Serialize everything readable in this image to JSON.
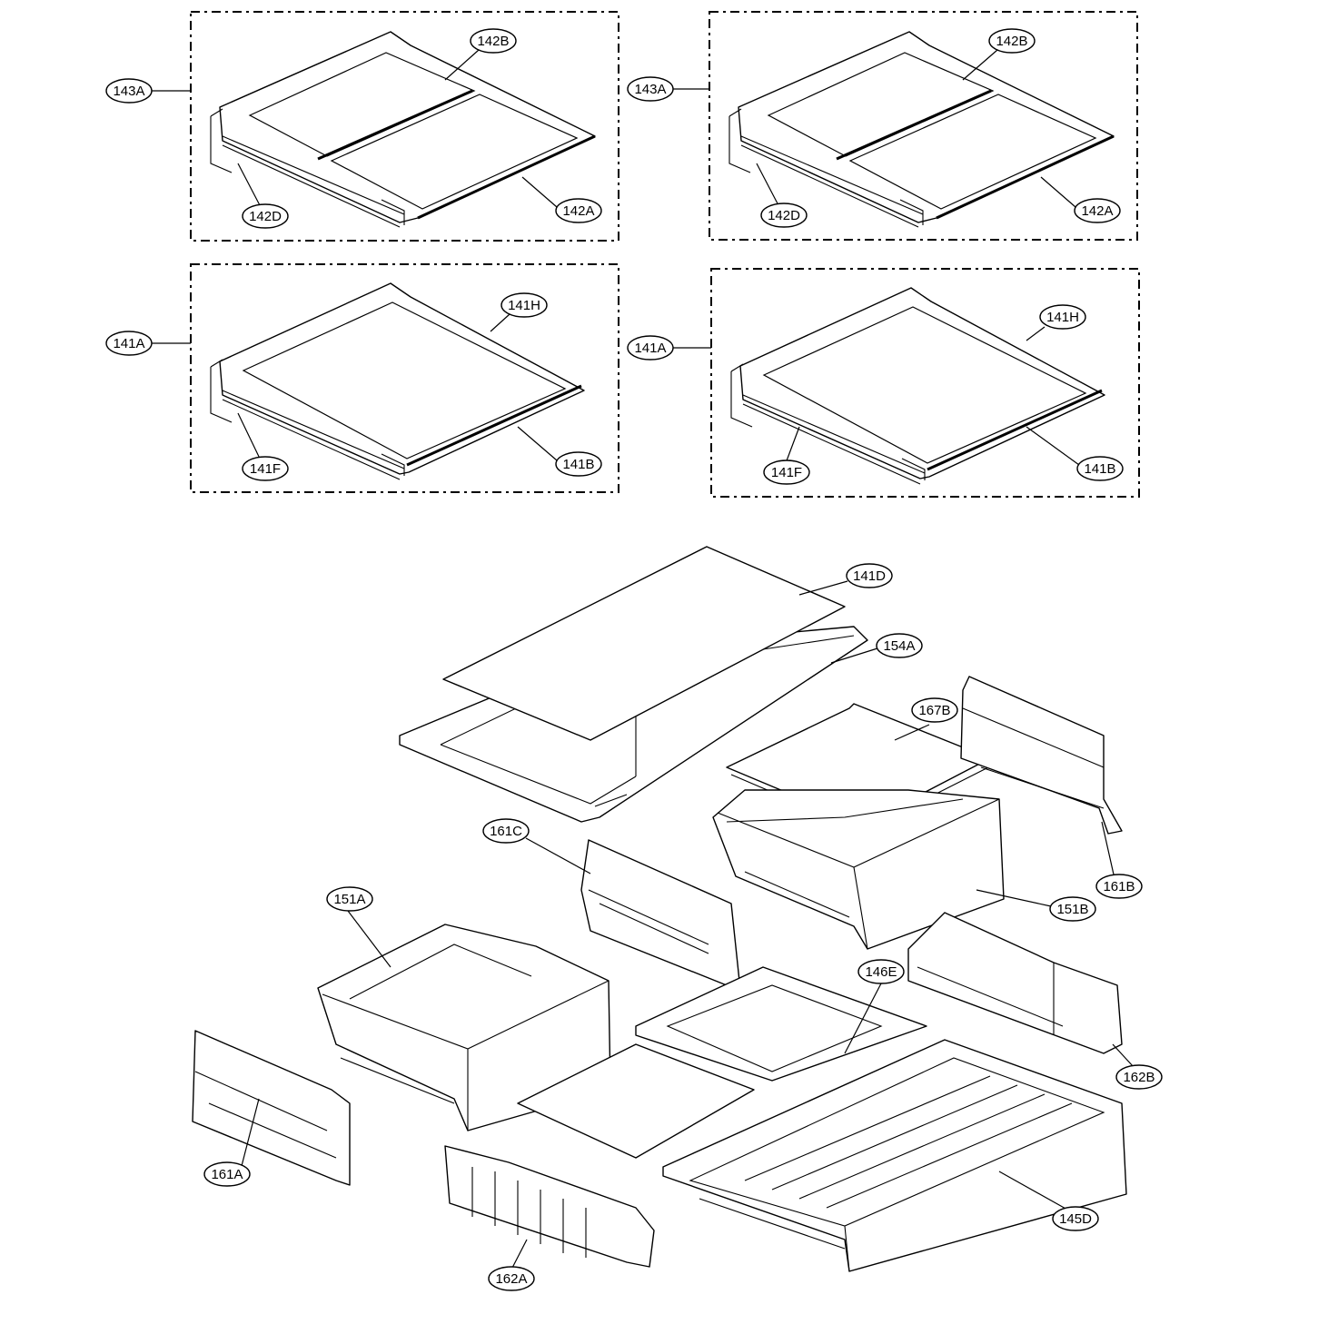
{
  "labels": {
    "l143A_1": "143A",
    "l142B_1": "142B",
    "l142D_1": "142D",
    "l142A_1": "142A",
    "l143A_2": "143A",
    "l142B_2": "142B",
    "l142D_2": "142D",
    "l142A_2": "142A",
    "l141A_1": "141A",
    "l141H_1": "141H",
    "l141F_1": "141F",
    "l141B_1": "141B",
    "l141A_2": "141A",
    "l141H_2": "141H",
    "l141F_2": "141F",
    "l141B_2": "141B",
    "l141D": "141D",
    "l154A": "154A",
    "l167B": "167B",
    "l161C": "161C",
    "l161B": "161B",
    "l151A": "151A",
    "l151B": "151B",
    "l146E": "146E",
    "l162B": "162B",
    "l161A": "161A",
    "l145D": "145D",
    "l162A": "162A"
  }
}
